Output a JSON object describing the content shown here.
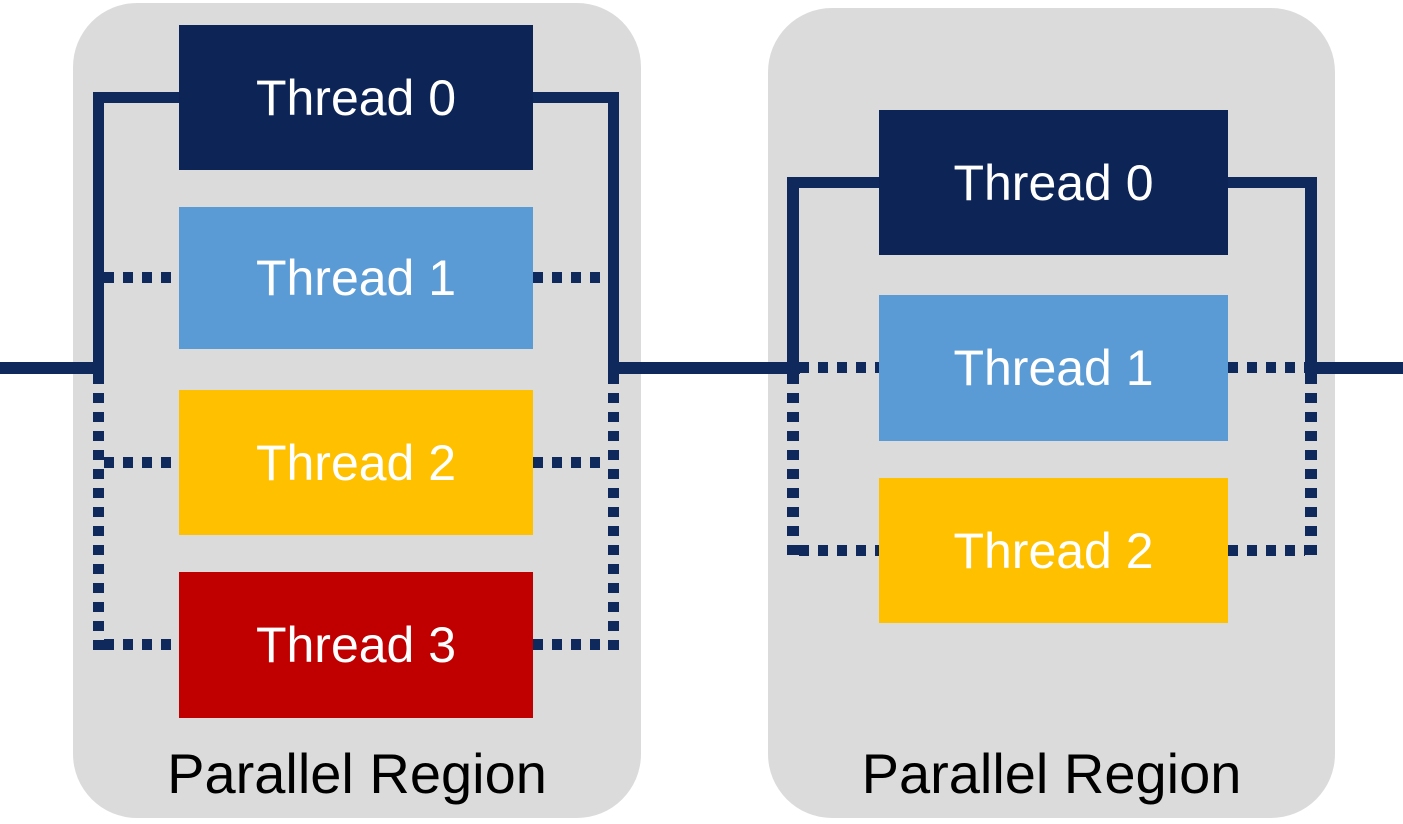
{
  "diagram_type": "fork-join-thread-diagram",
  "colors": {
    "background": "#ffffff",
    "region_gray": "#dbdbdb",
    "line_navy": "#10295c",
    "thread0_navy": "#0d2456",
    "thread1_blue": "#5b9bd5",
    "thread2_yellow": "#ffc000",
    "thread3_red": "#c00000",
    "region_label_black": "#000000",
    "thread_label_white": "#ffffff"
  },
  "regions": [
    {
      "label": "Parallel Region",
      "threads": [
        {
          "label": "Thread 0",
          "color": "#0d2456"
        },
        {
          "label": "Thread 1",
          "color": "#5b9bd5"
        },
        {
          "label": "Thread 2",
          "color": "#ffc000"
        },
        {
          "label": "Thread 3",
          "color": "#c00000"
        }
      ]
    },
    {
      "label": "Parallel Region",
      "threads": [
        {
          "label": "Thread 0",
          "color": "#0d2456"
        },
        {
          "label": "Thread 1",
          "color": "#5b9bd5"
        },
        {
          "label": "Thread 2",
          "color": "#ffc000"
        }
      ]
    }
  ]
}
